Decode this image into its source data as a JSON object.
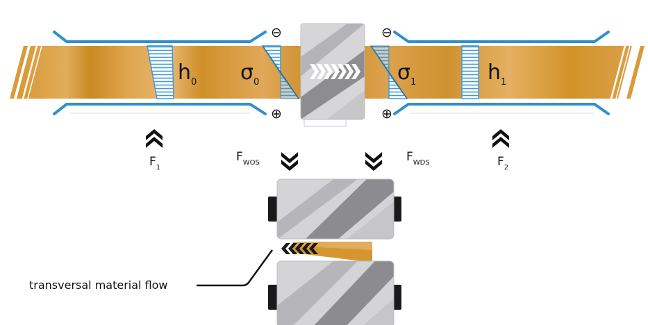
{
  "labels": {
    "h0": {
      "main": "h",
      "sub": "0"
    },
    "sigma0": {
      "main": "σ",
      "sub": "0"
    },
    "sigma1": {
      "main": "σ",
      "sub": "1"
    },
    "h1": {
      "main": "h",
      "sub": "1"
    },
    "f1": {
      "main": "F",
      "sub": "1"
    },
    "fwos": {
      "main": "F",
      "sub": "WOS"
    },
    "fwds": {
      "main": "F",
      "sub": "WDS"
    },
    "f2": {
      "main": "F",
      "sub": "2"
    },
    "minus": "⊖",
    "plus": "⊕",
    "caption": "transversal material flow"
  },
  "colors": {
    "strip": "#d79a2e",
    "strip_light": "#e8b770",
    "guide": "#2f8fcf",
    "stress": "#4aa3dc",
    "stress_dark": "#2b6f9e",
    "roll_light": "#d4d4d6",
    "roll_dark": "#8c8c90",
    "roll_mid": "#b2b2b6",
    "chock": "#1a1a1a"
  }
}
